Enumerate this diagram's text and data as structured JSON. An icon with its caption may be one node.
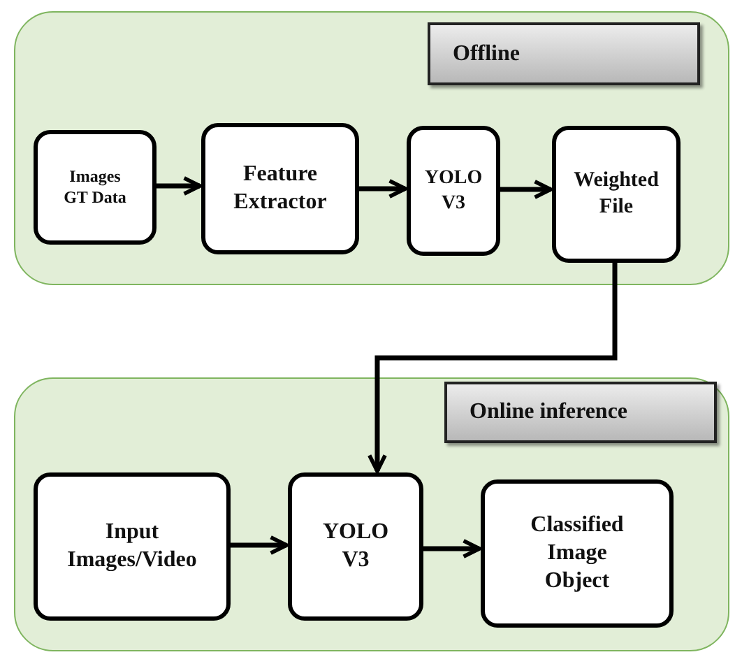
{
  "diagram": {
    "nodes": [
      {
        "text": [],
        "shape": "box"
      },
      {
        "text": [
          "Offline"
        ],
        "in": 0
      },
      {
        "text": [
          "Images GT Data"
        ],
        "in": 0
      },
      {
        "text": [
          "Feature Extractor"
        ],
        "in": 0
      },
      {
        "text": [
          "YOLO V3"
        ],
        "in": 0
      },
      {
        "text": [
          "Weighted File"
        ],
        "in": 0
      },
      {
        "text": [],
        "shape": "box"
      },
      {
        "text": [
          "Online inference"
        ],
        "in": 6
      },
      {
        "text": [
          "Input Images/Video"
        ],
        "in": 6
      },
      {
        "text": [
          "YOLO V3"
        ],
        "in": 6
      },
      {
        "text": [
          "Classified Image Object"
        ],
        "in": 6
      }
    ],
    "edges": [
      {
        "from": 2,
        "to": 3,
        "arrow": "to"
      },
      {
        "from": 3,
        "to": 4,
        "arrow": "to"
      },
      {
        "from": 4,
        "to": 5,
        "arrow": "to"
      },
      {
        "from": 5,
        "to": 9,
        "arrow": "to"
      },
      {
        "from": 8,
        "to": 9,
        "arrow": "to"
      },
      {
        "from": 9,
        "to": 10,
        "arrow": "to"
      }
    ]
  }
}
